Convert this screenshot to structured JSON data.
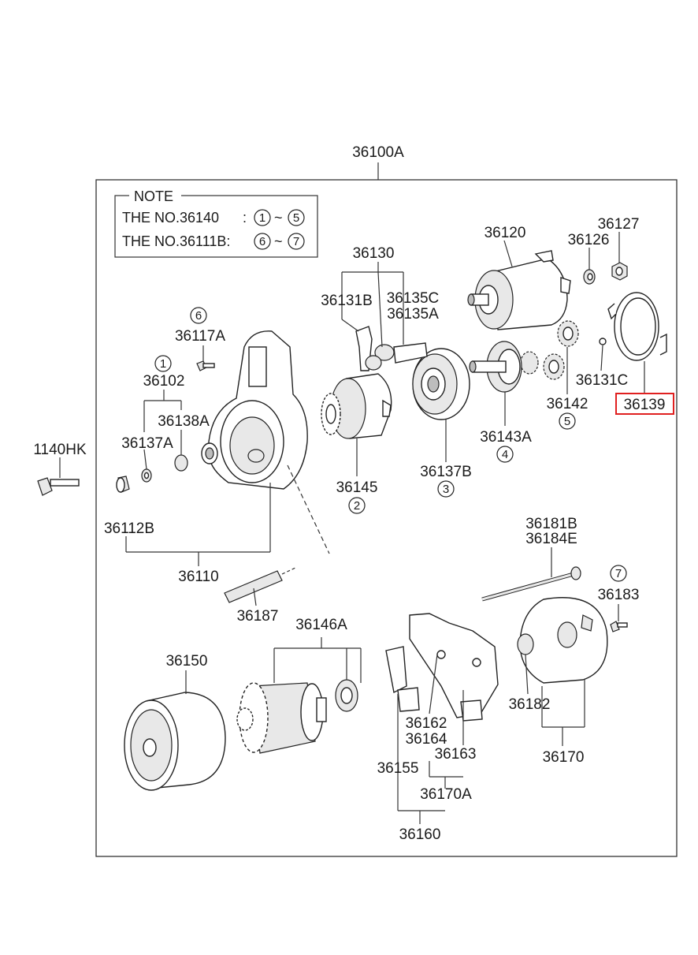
{
  "assembly_label": "36100A",
  "note": {
    "title": "NOTE",
    "row1_prefix": "THE NO.36140",
    "row1_sep": ":",
    "row1_from": "1",
    "row1_tilde": "~",
    "row1_to": "5",
    "row2_prefix": "THE NO.36111B:",
    "row2_from": "6",
    "row2_tilde": "~",
    "row2_to": "7"
  },
  "labels": {
    "p36120": "36120",
    "p36126": "36126",
    "p36127": "36127",
    "p36130": "36130",
    "p36131B": "36131B",
    "p36135C": "36135C",
    "p36135A": "36135A",
    "p36117A": "36117A",
    "p36102": "36102",
    "p36138A": "36138A",
    "p36137A": "36137A",
    "p1140HK": "1140HK",
    "p36112B": "36112B",
    "p36110": "36110",
    "p36145": "36145",
    "p36137B": "36137B",
    "p36143A": "36143A",
    "p36142": "36142",
    "p36131C": "36131C",
    "p36139": "36139",
    "p36187": "36187",
    "p36181B": "36181B",
    "p36184E": "36184E",
    "p36183": "36183",
    "p36146A": "36146A",
    "p36150": "36150",
    "p36162": "36162",
    "p36164": "36164",
    "p36163": "36163",
    "p36155": "36155",
    "p36170A": "36170A",
    "p36160": "36160",
    "p36182": "36182",
    "p36170": "36170"
  },
  "circled": {
    "c6a": "6",
    "c1": "1",
    "c2": "2",
    "c3": "3",
    "c4": "4",
    "c5": "5",
    "c7": "7"
  },
  "highlight_color": "#e02020"
}
